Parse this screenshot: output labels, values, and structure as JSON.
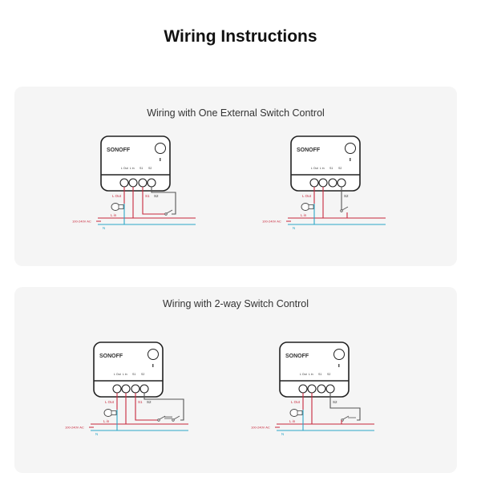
{
  "page": {
    "title": "Wiring Instructions"
  },
  "sections": [
    {
      "title": "Wiring with One External Switch Control"
    },
    {
      "title": "Wiring with 2-way Switch Control"
    }
  ],
  "device": {
    "brand": "SONOFF",
    "terminal_labels": [
      "L Out",
      "L in",
      "S1",
      "S2"
    ],
    "wire_labels": {
      "l_out": "L Out",
      "l_in": "L in",
      "n": "N",
      "s1": "S1",
      "s2": "S2",
      "voltage": "100-240V AC"
    }
  },
  "diagrams": [
    {
      "section": 0,
      "variant": "single-switch-s1-s2"
    },
    {
      "section": 0,
      "variant": "single-switch-s2-lin"
    },
    {
      "section": 1,
      "variant": "two-way-s1-s2"
    },
    {
      "section": 1,
      "variant": "two-way-s2-lin"
    }
  ],
  "colors": {
    "live": "#c8283c",
    "neutral": "#2aa6c8",
    "switch": "#555555",
    "device": "#222222"
  }
}
